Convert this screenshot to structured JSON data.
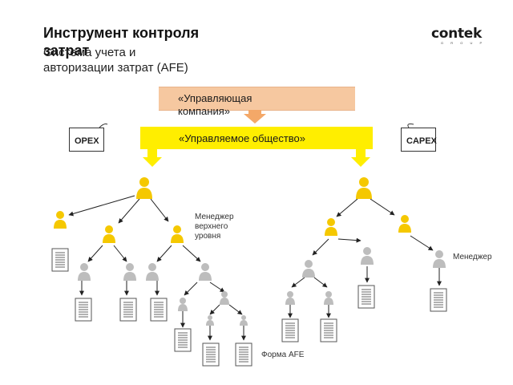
{
  "header": {
    "title": "Инструмент контроля затрат",
    "subtitle": "Система учета и авторизации затрат (AFE)"
  },
  "logo": {
    "text": "contek",
    "sub": "G R O U P"
  },
  "boxes": {
    "management_company": "«Управляющая компания»",
    "managed_company": "«Управляемое общество»",
    "opex": "OPEX",
    "capex": "CAPEX"
  },
  "labels": {
    "top_manager": "Менеджер верхнего уровня",
    "manager": "Менеджер",
    "afe_form": "Форма AFE"
  },
  "colors": {
    "yellow": "#ffee00",
    "person_yellow": "#f5c800",
    "person_gray": "#bdbdbd",
    "peach": "#f6c8a0",
    "arrow_orange": "#f4a868"
  }
}
